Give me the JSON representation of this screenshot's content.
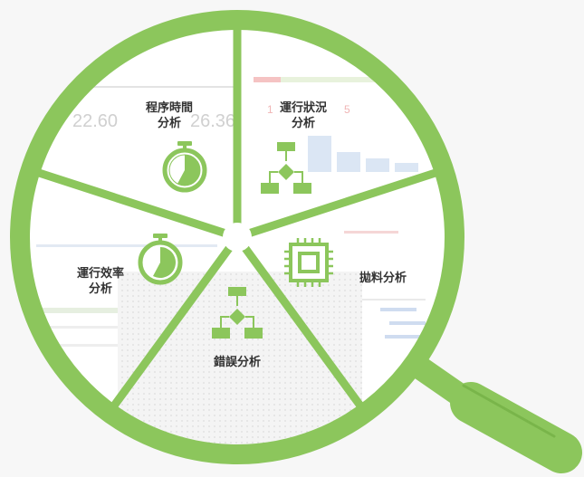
{
  "colors": {
    "accent": "#8cc65c",
    "accent_dark": "#6fae3f",
    "lens_bg": "#ffffff",
    "text": "#333333"
  },
  "segments": [
    {
      "id": "process-time",
      "line1": "程序時間",
      "line2": "分析",
      "icon": "stopwatch-icon",
      "values": [
        "22.60",
        "26.36"
      ]
    },
    {
      "id": "operation-status",
      "line1": "運行狀況",
      "line2": "分析",
      "icon": "flowchart-icon",
      "values": [
        "1",
        "5"
      ]
    },
    {
      "id": "material",
      "line1": "拋料分析",
      "line2": "",
      "icon": "chip-icon"
    },
    {
      "id": "error",
      "line1": "錯誤分析",
      "line2": "",
      "icon": "flowchart-icon"
    },
    {
      "id": "efficiency",
      "line1": "運行效率",
      "line2": "分析",
      "icon": "stopwatch-icon"
    }
  ]
}
